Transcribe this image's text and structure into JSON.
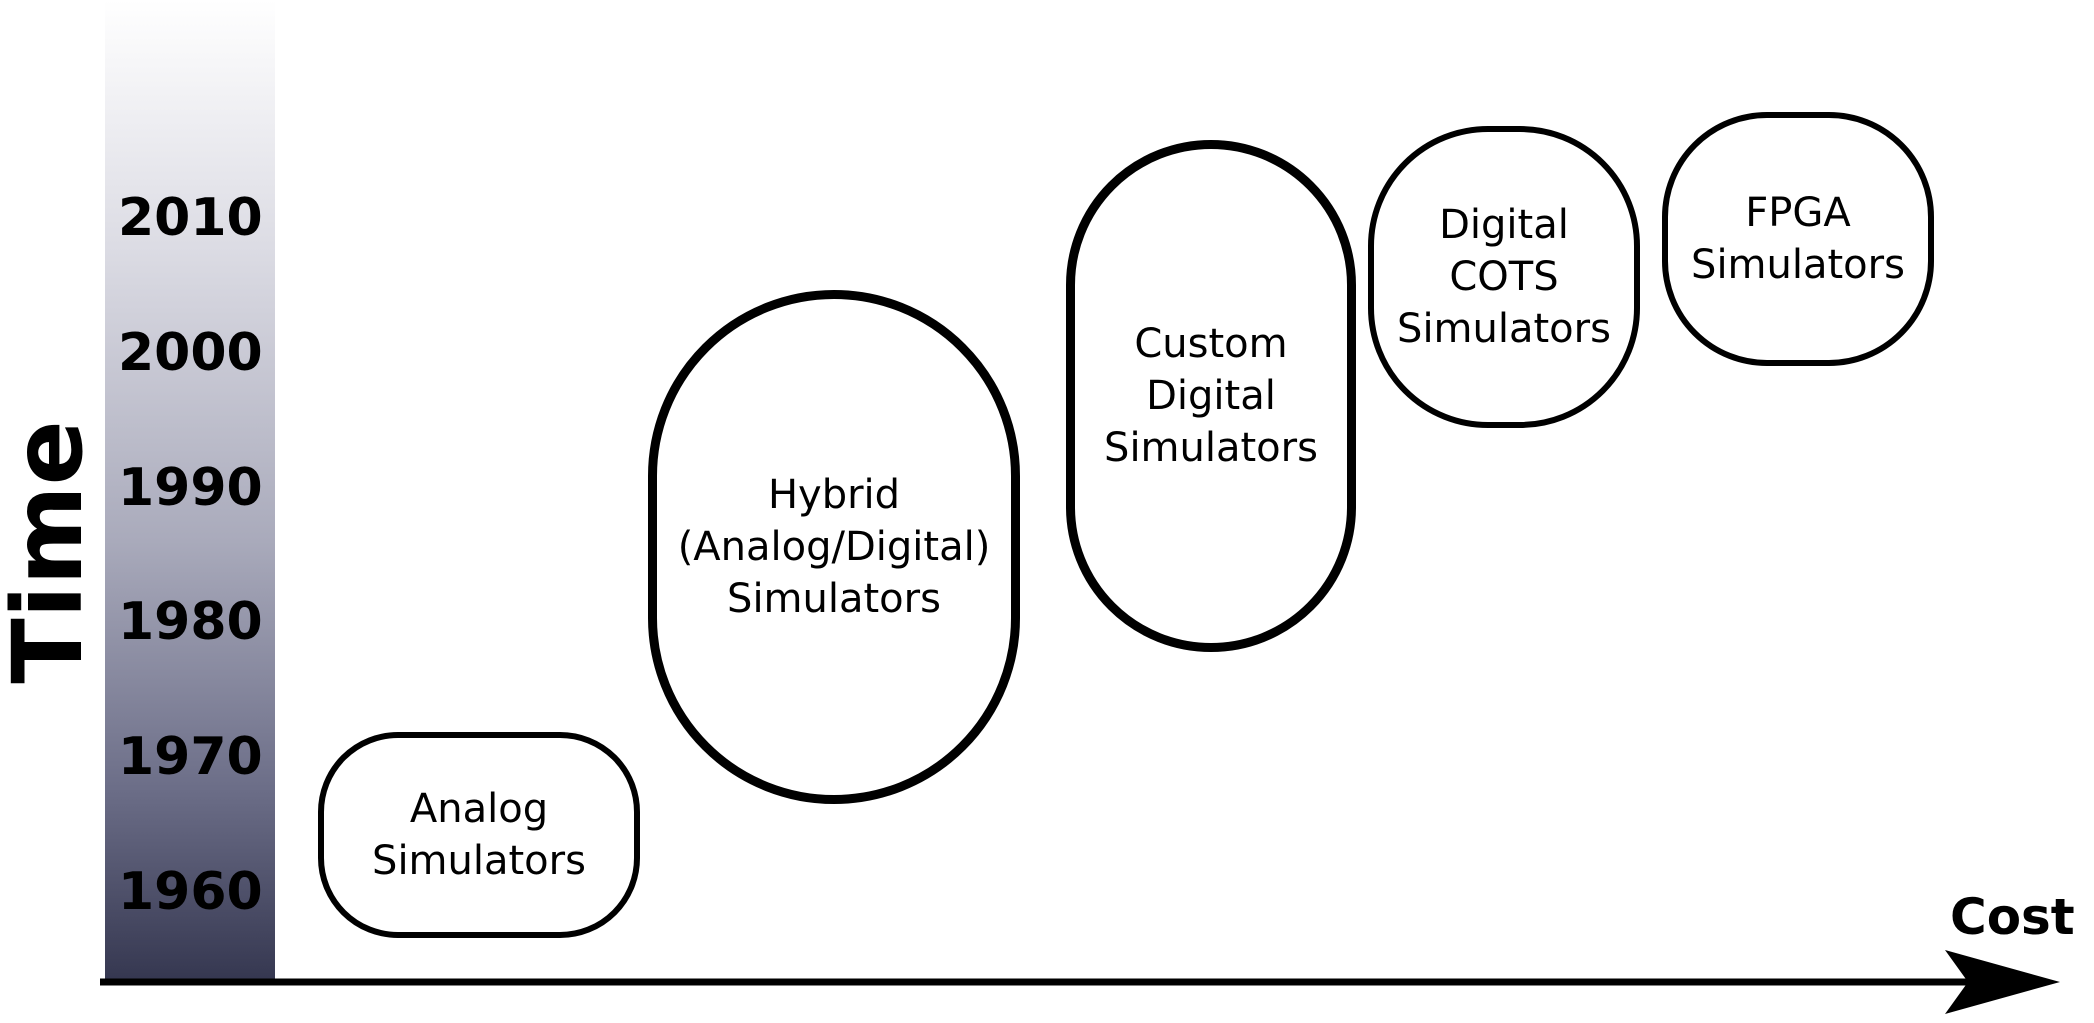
{
  "axes": {
    "y_title": "Time",
    "x_title": "Cost",
    "years": [
      "2010",
      "2000",
      "1990",
      "1980",
      "1970",
      "1960"
    ]
  },
  "simulators": [
    {
      "id": "analog",
      "label": "Analog\nSimulators"
    },
    {
      "id": "hybrid",
      "label": "Hybrid\n(Analog/Digital)\nSimulators"
    },
    {
      "id": "custom-digital",
      "label": "Custom\nDigital\nSimulators"
    },
    {
      "id": "digital-cots",
      "label": "Digital\nCOTS\nSimulators"
    },
    {
      "id": "fpga",
      "label": "FPGA\nSimulators"
    }
  ]
}
